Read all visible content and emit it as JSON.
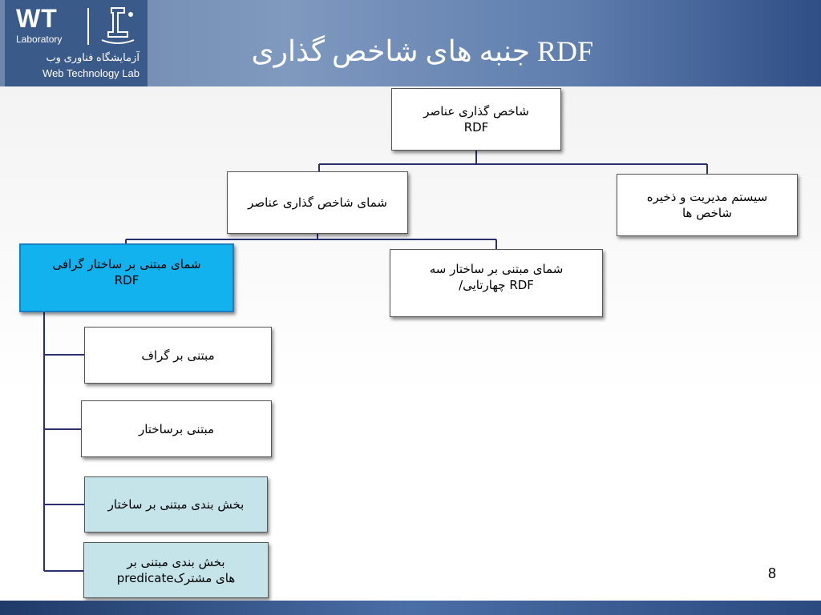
{
  "header": {
    "logo": {
      "wt": "WT",
      "laboratory": "Laboratory",
      "persian_name": "آزمایشگاه فناوری وب",
      "english_name": "Web Technology Lab"
    },
    "title": "جنبه های شاخص گذاری RDF"
  },
  "diagram": {
    "root": "شاخص گذاری عناصر\nRDF",
    "schemes": "شمای شاخص گذاری عناصر",
    "management": "سیستم مدیریت و ذخیره\nشاخص ها",
    "graph_based": "شمای مبتنی بر ساختار گرافی\nRDF",
    "triple_based": "شمای مبتنی بر ساختار سه\n/چهارتایی RDF",
    "child_graph": "مبتنی بر گراف",
    "child_structure": "مبتنی برساختار",
    "child_partition_structure": "بخش بندی مبتنی بر ساختار",
    "child_partition_predicate": "بخش بندی مبتنی بر\npredicateهای مشترک"
  },
  "colors": {
    "connector": "#2a2f6e",
    "highlight": "#12b2ee",
    "teal_box": "#c4e4ea"
  },
  "page_number": "8"
}
